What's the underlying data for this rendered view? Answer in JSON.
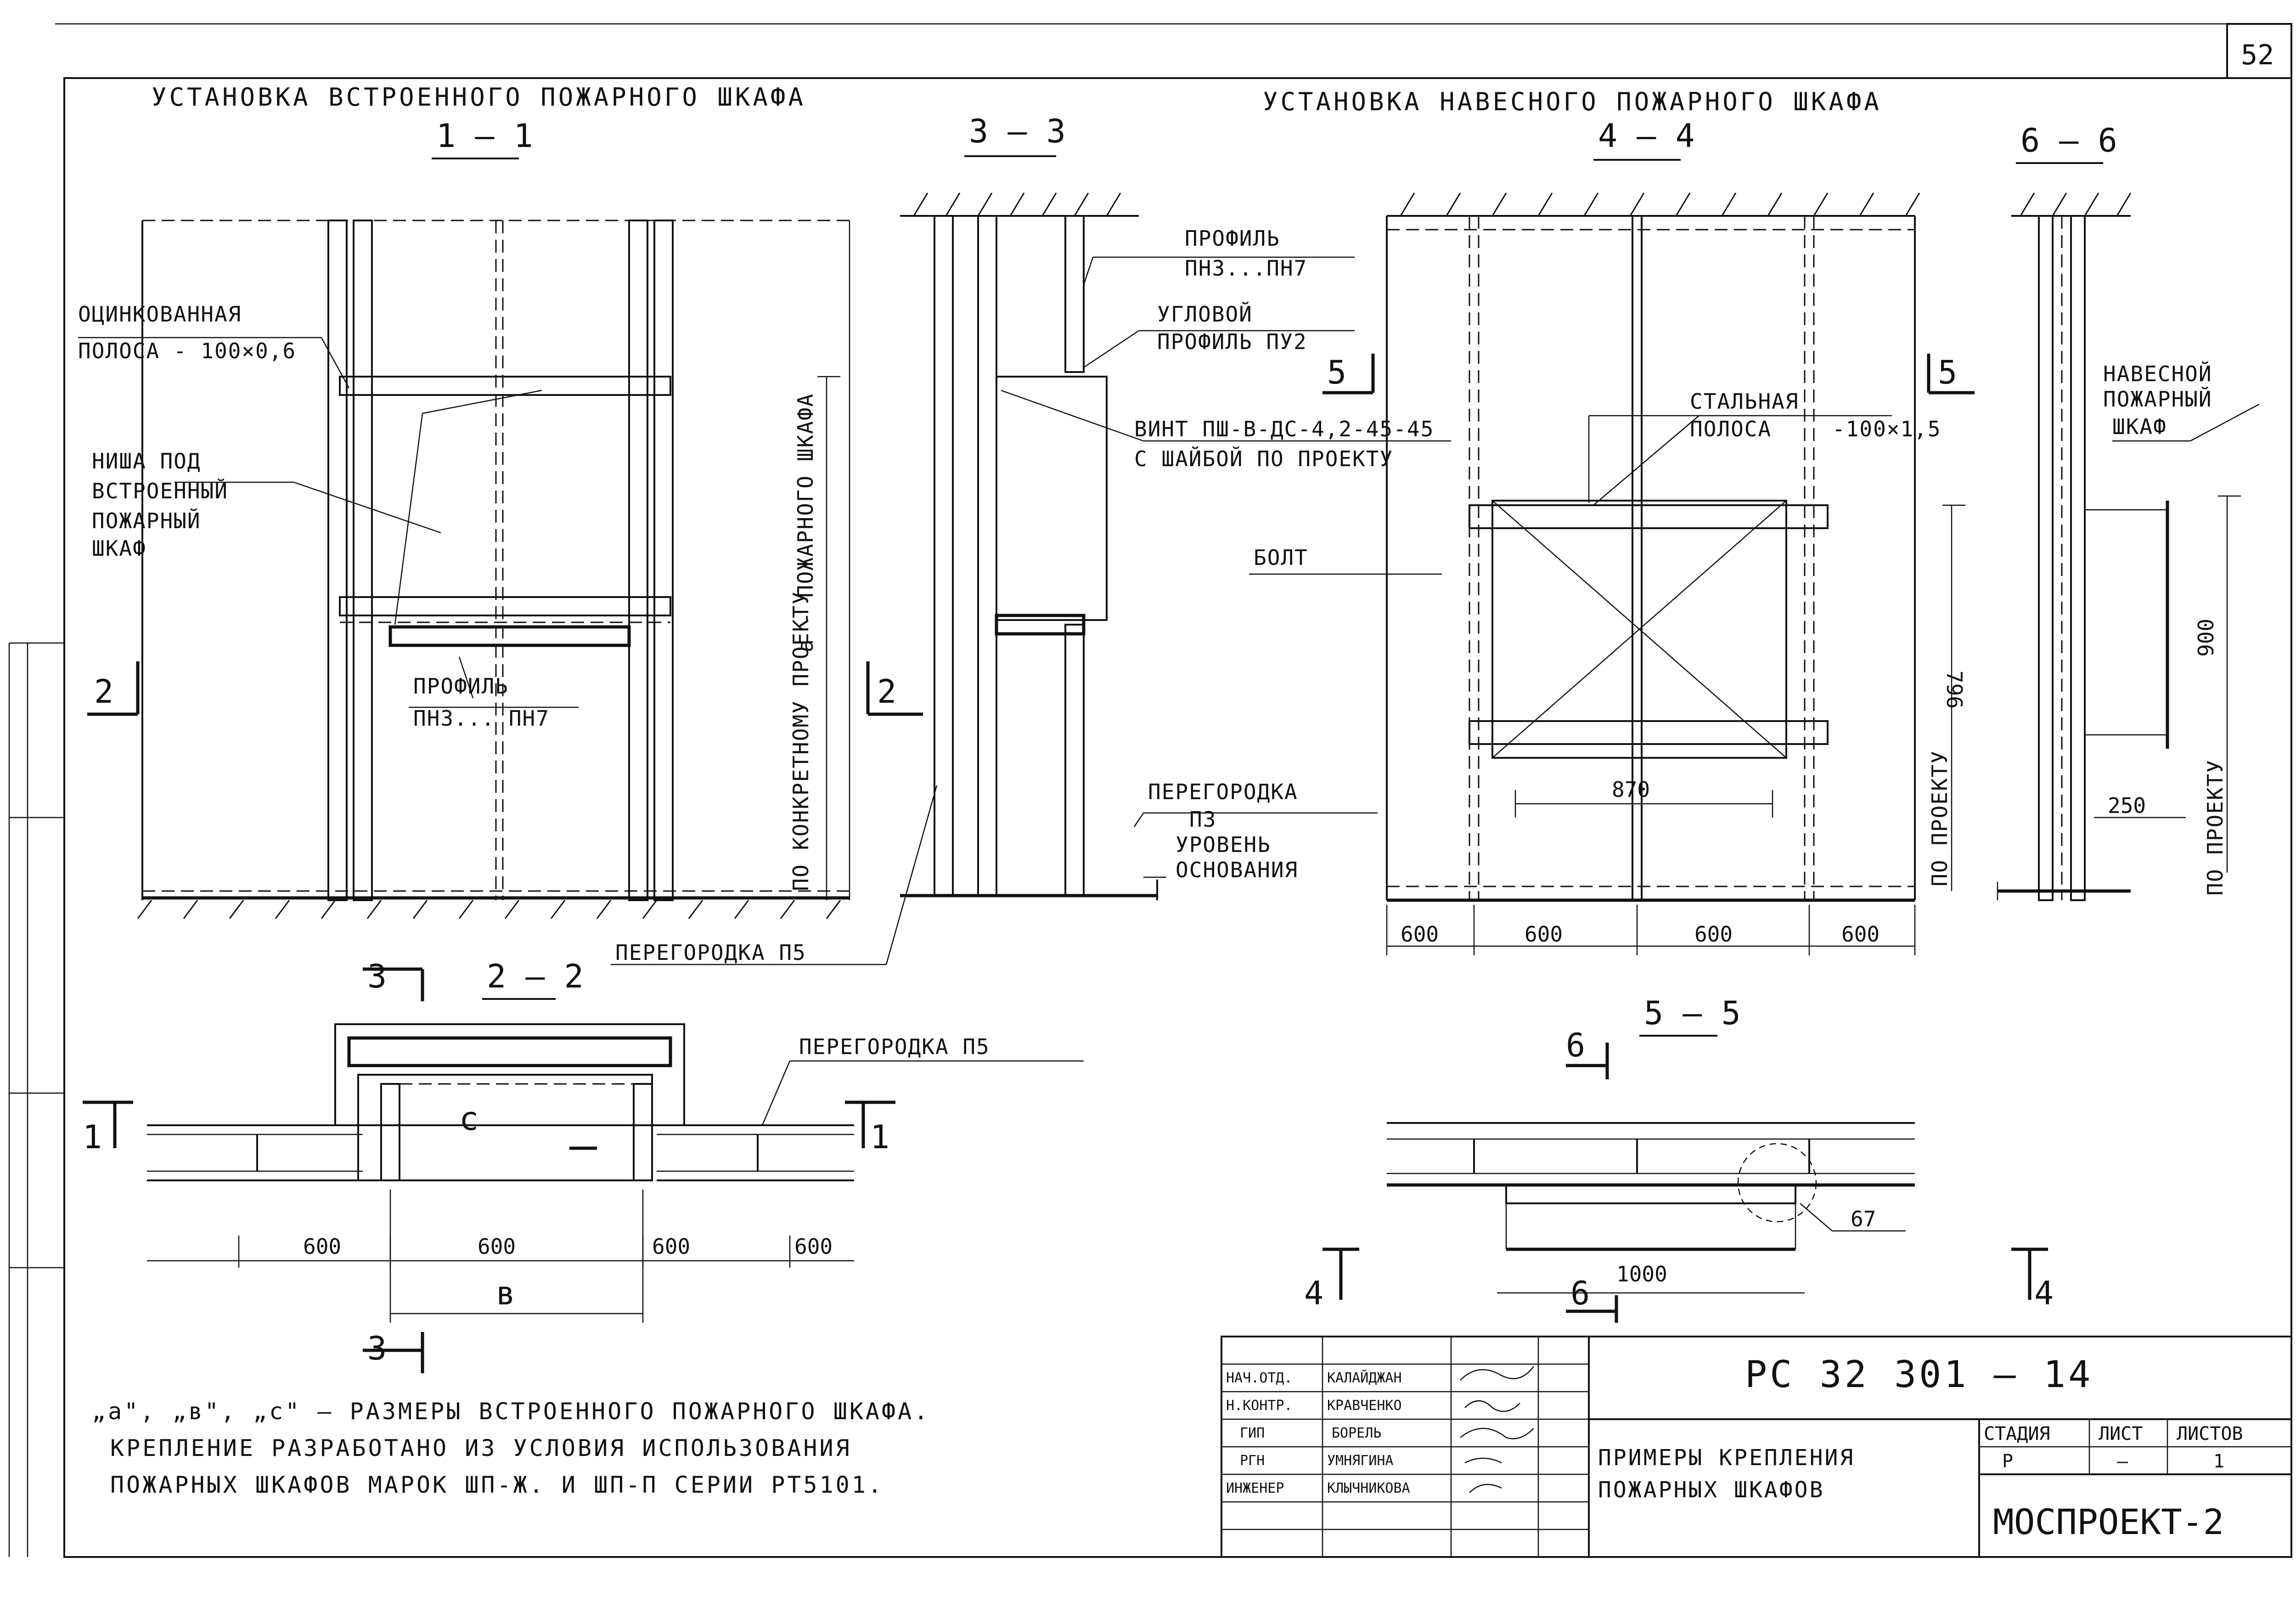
{
  "sheet_number": "52",
  "titles": {
    "built_in": "УСТАНОВКА ВСТРОЕННОГО ПОЖАРНОГО ШКАФА",
    "hanging": "УСТАНОВКА НАВЕСНОГО ПОЖАРНОГО ШКАФА"
  },
  "sections": {
    "s11": "1 — 1",
    "s33": "3 — 3",
    "s44": "4 — 4",
    "s66": "6 — 6",
    "s22": "2 — 2",
    "s55": "5 – 5"
  },
  "markers": {
    "m2": "2",
    "m3": "3",
    "m1": "1",
    "m5": "5",
    "m6": "6",
    "m4": "4"
  },
  "labels": {
    "galv_strip_1": "ОЦИНКОВАННАЯ",
    "galv_strip_2": "ПОЛОСА - 100×0,6",
    "niche_1": "НИША ПОД",
    "niche_2": "ВСТРОЕННЫЙ",
    "niche_3": "ПОЖАРНЫЙ",
    "niche_4": "ШКАФ",
    "profile_a_1": "ПРОФИЛЬ",
    "profile_a_2": "ПН3... ПН7",
    "vertical_a": "a - ПОЖАРНОГО ШКАФА",
    "vertical_b": "ПО КОНКРЕТНОМУ ПРОЕКТУ",
    "profile_b_1": "ПРОФИЛЬ",
    "profile_b_2": "ПН3...ПН7",
    "corner_1": "УГЛОВОЙ",
    "corner_2": "ПРОФИЛЬ ПУ2",
    "screw_1": "ВИНТ ПШ-В-ДС-4,2-45-45",
    "screw_2": "С ШАЙБОЙ ПО ПРОЕКТУ",
    "partition_p3_1": "ПЕРЕГОРОДКА",
    "partition_p3_2": "П3",
    "level_1": "УРОВЕНЬ",
    "level_2": "ОСНОВАНИЯ",
    "partition_p5_a": "ПЕРЕГОРОДКА П5",
    "steel_1": "СТАЛЬНАЯ",
    "steel_2": "ПОЛОСА",
    "steel_3": "-100×1,5",
    "bolt": "БОЛТ",
    "hanging_1": "НАВЕСНОЙ",
    "hanging_2": "ПОЖАРНЫЙ",
    "hanging_3": "ШКАФ",
    "by_project_a": "ПО ПРОЕКТУ",
    "by_project_b": "ПО ПРОЕКТУ",
    "partition_p5_b": "ПЕРЕГОРОДКА П5",
    "letter_b": "в",
    "letter_c": "с"
  },
  "dimensions": {
    "d796": "796",
    "d870": "870",
    "d900": "900",
    "d250": "250",
    "d600a": "600",
    "d600b": "600",
    "d600c": "600",
    "d600d": "600",
    "d600e": "600",
    "d600f": "600",
    "d600g": "600",
    "d600h": "600",
    "d67": "67",
    "d1000": "1000"
  },
  "notes": {
    "line1": "„a\", „в\", „с\" — РАЗМЕРЫ ВСТРОЕННОГО ПОЖАРНОГО ШКАФА.",
    "line2": "КРЕПЛЕНИЕ РАЗРАБОТАНО ИЗ УСЛОВИЯ ИСПОЛЬЗОВАНИЯ",
    "line3": "ПОЖАРНЫХ ШКАФОВ МАРОК ШП-Ж. И ШП-П СЕРИИ РТ5101."
  },
  "title_block": {
    "code": "РС 32 301 — 14",
    "name_1": "ПРИМЕРЫ КРЕПЛЕНИЯ",
    "name_2": "ПОЖАРНЫХ ШКАФОВ",
    "stage_header": "СТАДИЯ",
    "sheet_header": "ЛИСТ",
    "sheets_header": "ЛИСТОВ",
    "stage": "Р",
    "sheet": "—",
    "sheets": "1",
    "org": "МОСПРОЕКТ-2",
    "roles": [
      {
        "role": "НАЧ.ОТД.",
        "name": "КАЛАЙДЖАН"
      },
      {
        "role": "Н.КОНТР.",
        "name": "КРАВЧЕНКО"
      },
      {
        "role": "ГИП",
        "name": "БОРЕЛЬ"
      },
      {
        "role": "РГН",
        "name": "УМНЯГИНА"
      },
      {
        "role": "ИНЖЕНЕР",
        "name": "КЛЫЧНИКОВА"
      }
    ]
  }
}
